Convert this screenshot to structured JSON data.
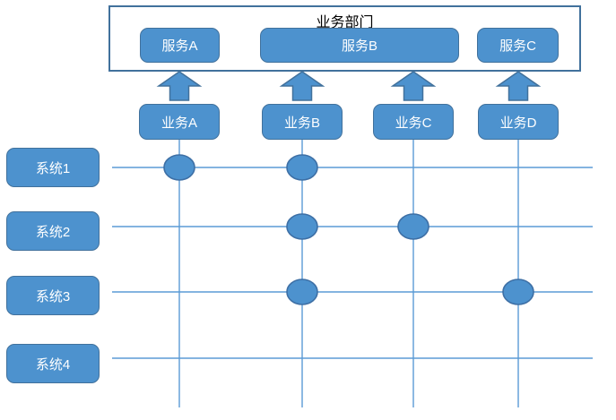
{
  "diagram": {
    "department_label": "业务部门",
    "services": [
      {
        "label": "服务A"
      },
      {
        "label": "服务B"
      },
      {
        "label": "服务C"
      }
    ],
    "businesses": [
      {
        "label": "业务A"
      },
      {
        "label": "业务B"
      },
      {
        "label": "业务C"
      },
      {
        "label": "业务D"
      }
    ],
    "systems": [
      {
        "label": "系统1"
      },
      {
        "label": "系统2"
      },
      {
        "label": "系统3"
      },
      {
        "label": "系统4"
      }
    ],
    "arrows": [
      {
        "from": "业务A",
        "to": "服务A"
      },
      {
        "from": "业务B",
        "to": "服务B"
      },
      {
        "from": "业务C",
        "to": "服务B"
      },
      {
        "from": "业务D",
        "to": "服务C"
      }
    ],
    "matrix_links": [
      {
        "system": "系统1",
        "business": "业务A"
      },
      {
        "system": "系统1",
        "business": "业务B"
      },
      {
        "system": "系统2",
        "business": "业务B"
      },
      {
        "system": "系统2",
        "business": "业务C"
      },
      {
        "system": "系统3",
        "business": "业务B"
      },
      {
        "system": "系统3",
        "business": "业务D"
      }
    ],
    "colors": {
      "shape_fill": "#4D92CE",
      "shape_border": "#41719C",
      "grid_line": "#5B9BD5",
      "container_border": "#41719C",
      "text_on_shape": "#FFFFFF",
      "title_text": "#000000"
    }
  }
}
